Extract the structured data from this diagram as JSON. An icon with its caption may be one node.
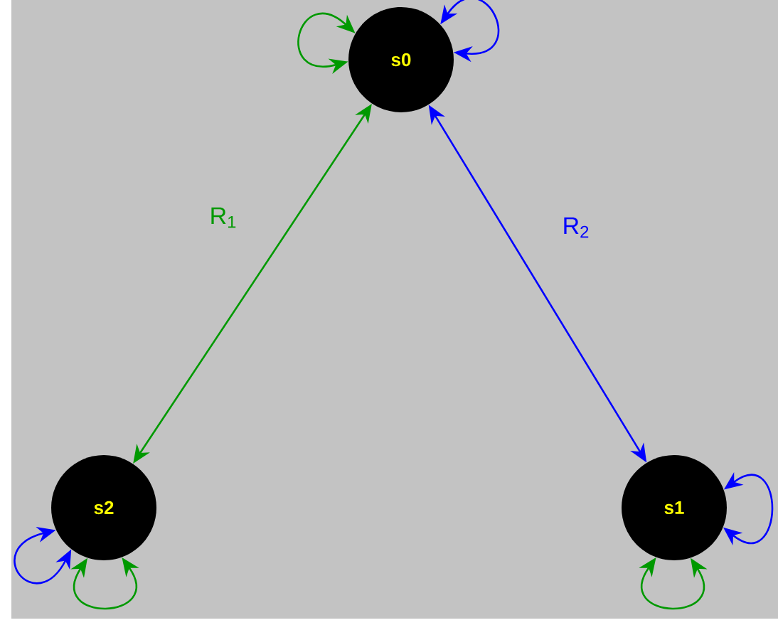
{
  "diagram": {
    "nodes": [
      {
        "text": [
          "s0"
        ]
      },
      {
        "text": [
          "s2"
        ]
      },
      {
        "text": [
          "s1"
        ]
      }
    ],
    "edges": [
      {
        "from": 0,
        "to": 1,
        "arrow": "both",
        "label": "R$_{1}$",
        "color": "#009900"
      },
      {
        "from": 0,
        "to": 2,
        "arrow": "both",
        "label": "R$_{2}$",
        "color": "#0000ff"
      },
      {
        "from": 0,
        "to": 0,
        "arrow": "both",
        "color": "#009900"
      },
      {
        "from": 0,
        "to": 0,
        "arrow": "both",
        "color": "#0000ff"
      },
      {
        "from": 1,
        "to": 1,
        "arrow": "both",
        "color": "#0000ff"
      },
      {
        "from": 1,
        "to": 1,
        "arrow": "both",
        "color": "#009900"
      },
      {
        "from": 2,
        "to": 2,
        "arrow": "both",
        "color": "#0000ff"
      },
      {
        "from": 2,
        "to": 2,
        "arrow": "both",
        "color": "#009900"
      }
    ]
  }
}
